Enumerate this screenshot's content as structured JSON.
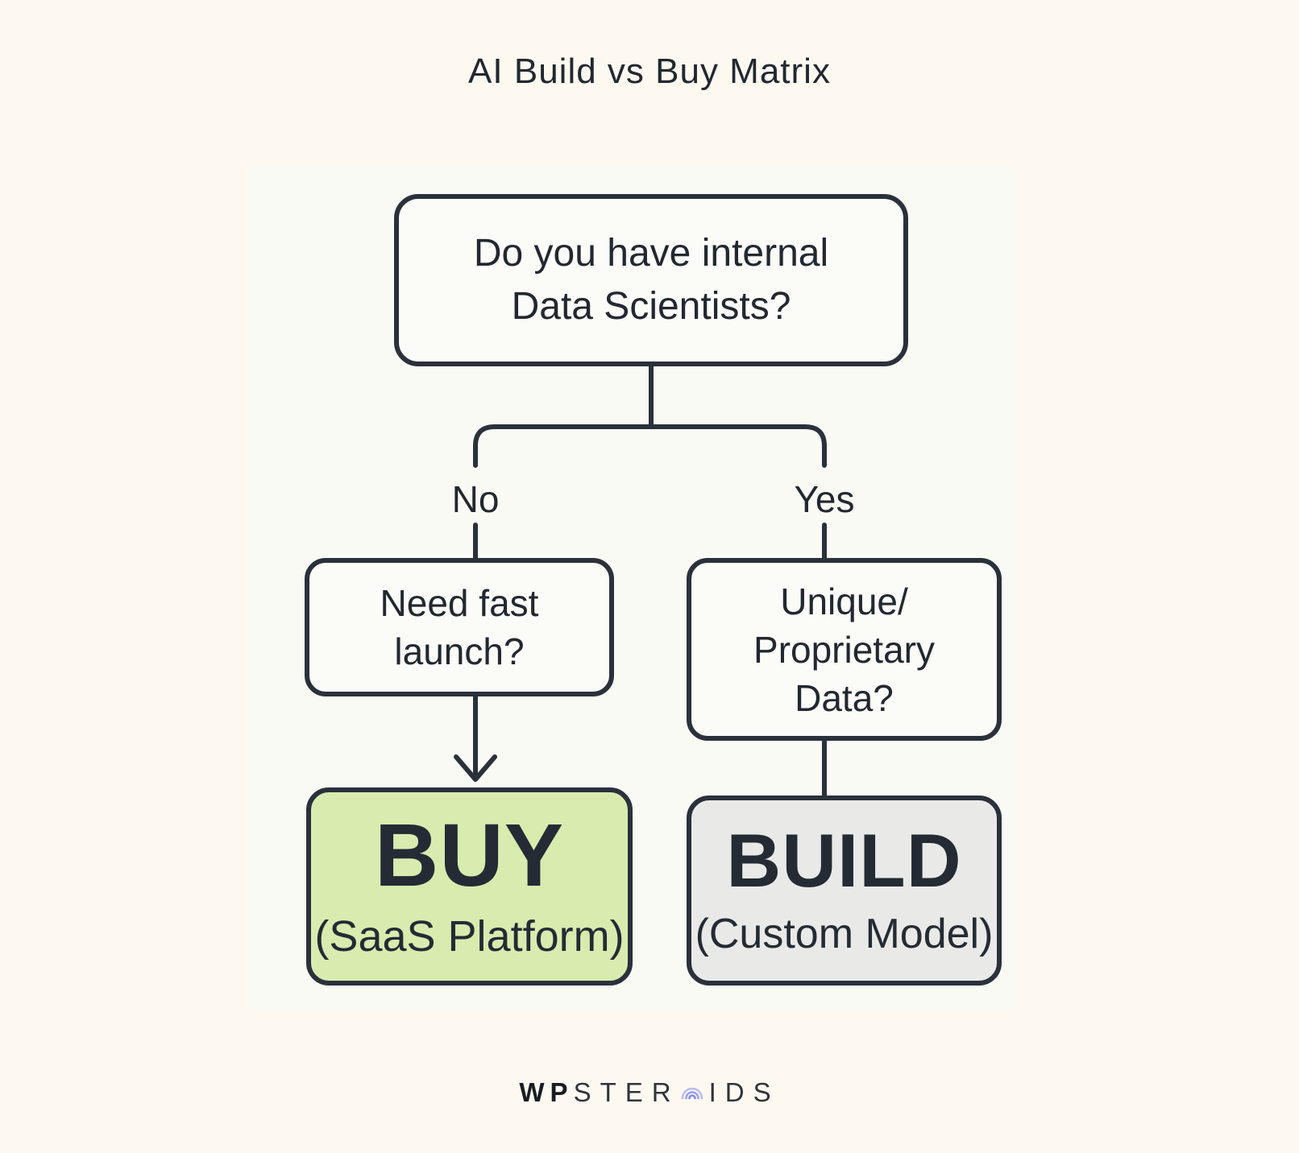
{
  "title": "AI Build vs Buy Matrix",
  "colors": {
    "bg": "#FDF9F1",
    "panel": "#FAFAF5",
    "node-fill": "#FBFBF8",
    "line": "#2A313B",
    "text": "#222831",
    "buy-fill": "#D8ECAF",
    "build-fill": "#E9EAE7",
    "logo-dark": "#191C23",
    "logo-gray": "#30343D",
    "logo-accent": "#8289F0"
  },
  "nodes": {
    "root": {
      "lines": [
        "Do you have internal",
        "Data Scientists?"
      ]
    },
    "left_question": {
      "lines": [
        "Need fast",
        "launch?"
      ]
    },
    "right_question": {
      "lines": [
        "Unique/",
        "Proprietary",
        "Data?"
      ]
    },
    "buy": {
      "title": "BUY",
      "subtitle": "(SaaS Platform)"
    },
    "build": {
      "title": "BUILD",
      "subtitle": "(Custom Model)"
    }
  },
  "branch_labels": {
    "no": "No",
    "yes": "Yes"
  },
  "footer": {
    "brand_prefix": "WP",
    "brand_mid": "STER",
    "brand_suffix": "IDS",
    "o_icon": "concentric-arcs-icon"
  }
}
